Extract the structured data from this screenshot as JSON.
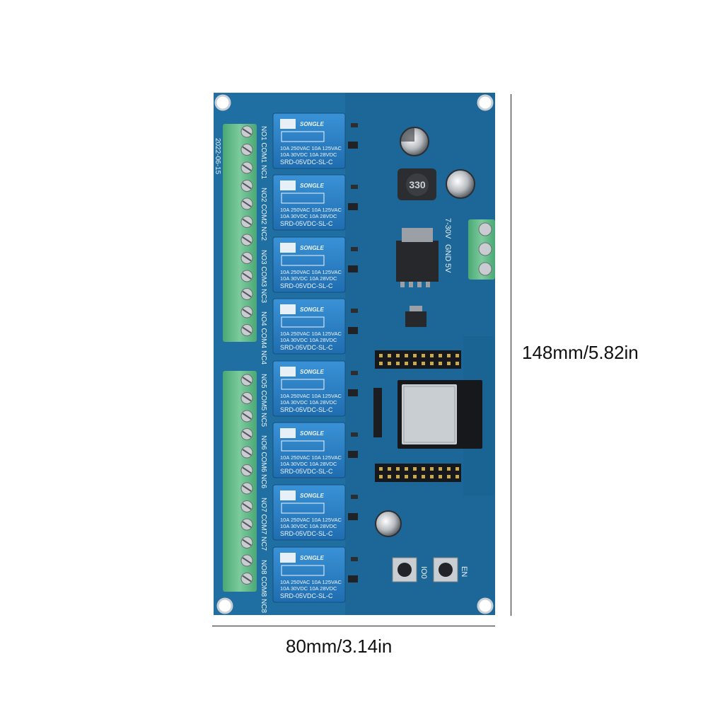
{
  "dimensions": {
    "height_label": "148mm/5.82in",
    "width_label": "80mm/3.14in"
  },
  "board": {
    "date_code": "2022-06-15",
    "relay_brand": "SONGLE",
    "relay_rating_line1": "10A 250VAC  10A 125VAC",
    "relay_rating_line2": "10A 30VDC   10A 28VDC",
    "relay_model": "SRD-05VDC-SL-C",
    "terminal_labels": [
      "NO1 COM1 NC1",
      "NO2 COM2 NC2",
      "NO3 COM3 NC3",
      "NO4 COM4 NC4",
      "NO5 COM5 NC5",
      "NO6 COM6 NC6",
      "NO7 COM7 NC7",
      "NO8 COM8 NC8"
    ],
    "power_labels": [
      "7-30V",
      "GND",
      "5V"
    ],
    "inductor_marking": "330",
    "button_labels": [
      "IO0",
      "EN"
    ],
    "colors": {
      "pcb": "#1f6fa3",
      "pcb_dark": "#185e8d",
      "relay_body": "#2a7fc4",
      "terminal": "#5dbb84",
      "background": "#ffffff"
    }
  }
}
